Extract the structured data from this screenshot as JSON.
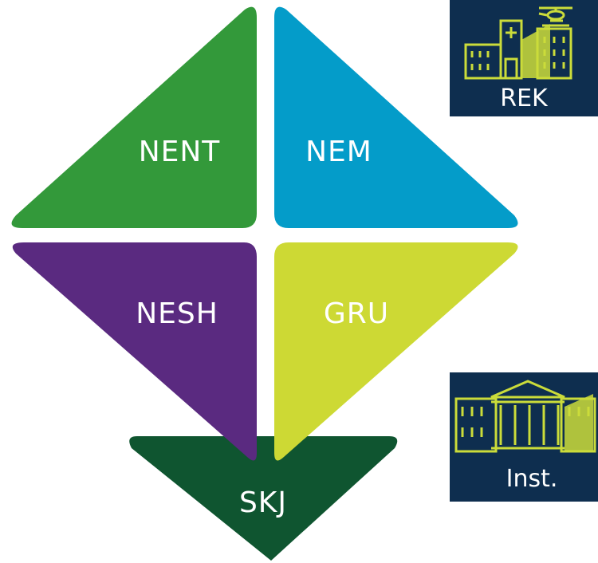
{
  "segments": {
    "nent": {
      "label": "NENT",
      "color": "#33993a"
    },
    "nem": {
      "label": "NEM",
      "color": "#049cc9"
    },
    "nesh": {
      "label": "NESH",
      "color": "#5a2a80"
    },
    "gru": {
      "label": "GRU",
      "color": "#cdd934"
    },
    "skj": {
      "label": "SKJ",
      "color": "#0f5530"
    }
  },
  "badges": {
    "rek": {
      "label": "REK",
      "bg": "#0e2e4f",
      "icon": "hospital-icon",
      "icon_color": "#cbdc3a"
    },
    "inst": {
      "label": "Inst.",
      "bg": "#0e2e4f",
      "icon": "institution-building-icon",
      "icon_color": "#cbdc3a"
    }
  }
}
